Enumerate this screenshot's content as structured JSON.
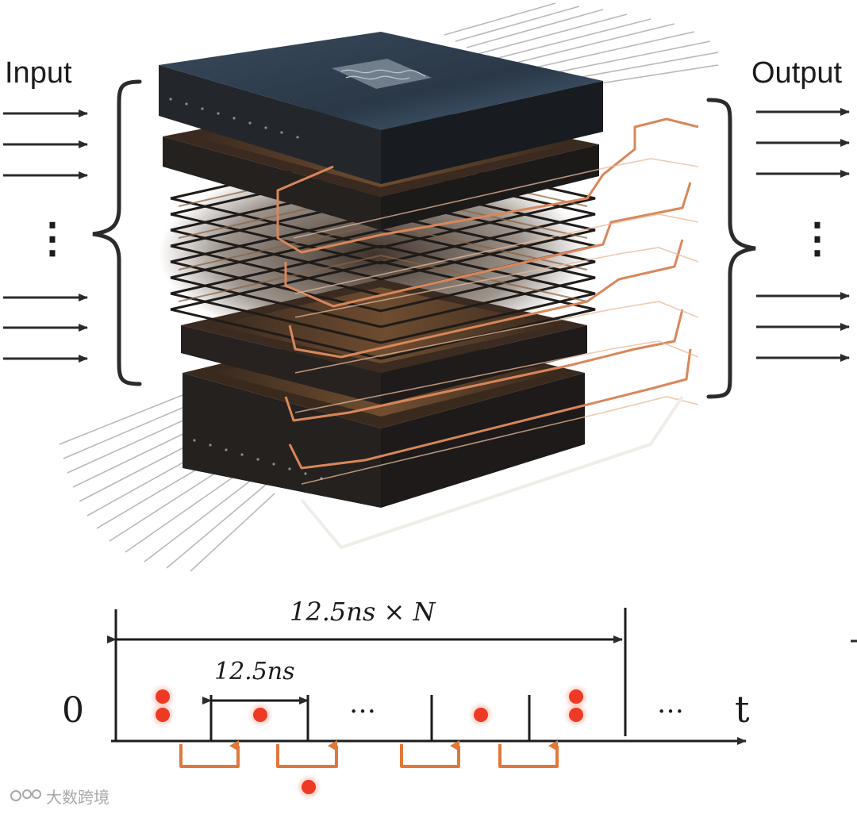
{
  "labels": {
    "input": "Input",
    "output": "Output",
    "vertical_dots": "⋮",
    "ellipsis": "…"
  },
  "timeline": {
    "total_span": "12.5ns × N",
    "period": "12.5ns",
    "origin": "0",
    "axis": "t"
  },
  "watermark": "大数跨境",
  "colors": {
    "chip_top": "#2c3b4c",
    "chip_edge": "#1b1f24",
    "layer_dark": "#2a2624",
    "layer_brown": "#6a4a2c",
    "waveguide": "#d9875a",
    "photon": "#ee3a24",
    "feedback_arrow": "#e0783c",
    "ink": "#1c1c1c"
  }
}
